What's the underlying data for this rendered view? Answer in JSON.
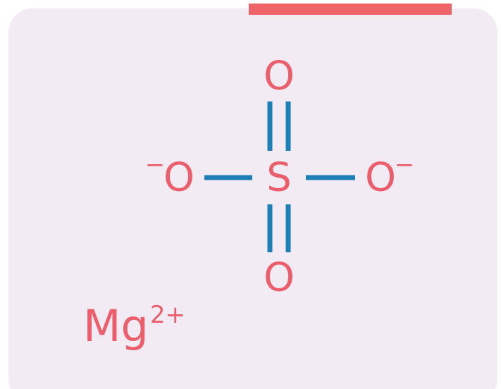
{
  "colors": {
    "background": "#ffffff",
    "card": "#f3ebf4",
    "accent_bar": "#ee6468",
    "atom": "#ea5f6b",
    "bond": "#1e7eb6"
  },
  "molecule": {
    "atoms": [
      {
        "id": "s",
        "symbol": "S",
        "charge": ""
      },
      {
        "id": "o_top",
        "symbol": "O",
        "charge": ""
      },
      {
        "id": "o_bottom",
        "symbol": "O",
        "charge": ""
      },
      {
        "id": "o_left",
        "symbol": "O",
        "charge": "−"
      },
      {
        "id": "o_right",
        "symbol": "O",
        "charge": "−"
      }
    ],
    "bonds": [
      {
        "from": "s",
        "to": "o_top",
        "order": 2
      },
      {
        "from": "s",
        "to": "o_bottom",
        "order": 2
      },
      {
        "from": "s",
        "to": "o_left",
        "order": 1
      },
      {
        "from": "s",
        "to": "o_right",
        "order": 1
      }
    ]
  },
  "counter_ion": {
    "symbol": "Mg",
    "charge": "2+"
  }
}
